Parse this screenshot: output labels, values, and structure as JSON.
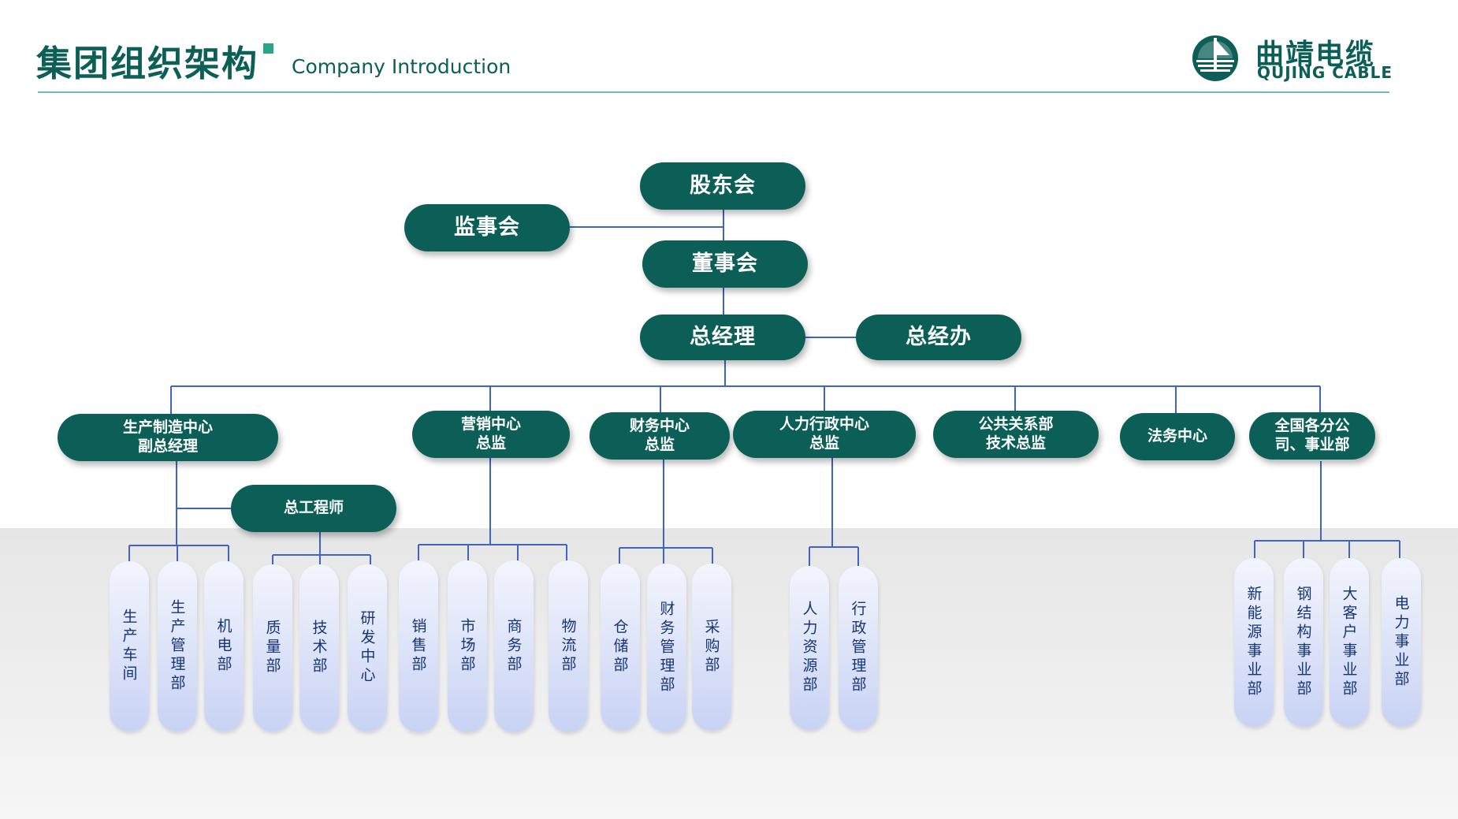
{
  "header": {
    "title": "集团组织架构",
    "subtitle": "Company Introduction",
    "logo_cn": "曲靖电缆",
    "logo_en": "QUJING CABLE"
  },
  "colors": {
    "primary": "#0b5f57",
    "line": "#3e64c8",
    "dept_text": "#153575"
  },
  "org": {
    "shareholders": "股东会",
    "supervisors": "监事会",
    "board": "董事会",
    "gm": "总经理",
    "gm_office": "总经办",
    "centers": [
      {
        "key": "production",
        "label": "生产制造中心\n副总经理"
      },
      {
        "key": "marketing",
        "label": "营销中心\n总监"
      },
      {
        "key": "finance",
        "label": "财务中心\n总监"
      },
      {
        "key": "hr",
        "label": "人力行政中心\n总监"
      },
      {
        "key": "pr",
        "label": "公共关系部\n技术总监"
      },
      {
        "key": "legal",
        "label": "法务中心"
      },
      {
        "key": "branches",
        "label": "全国各分公\n司、事业部"
      }
    ],
    "chief_engineer": "总工程师",
    "departments": {
      "production": [
        "生产车间",
        "生产管理部",
        "机电部"
      ],
      "engineering": [
        "质量部",
        "技术部",
        "研发中心"
      ],
      "marketing": [
        "销售部",
        "市场部",
        "商务部",
        "物流部"
      ],
      "finance": [
        "仓储部",
        "财务管理部",
        "采购部"
      ],
      "hr": [
        "人力资源部",
        "行政管理部"
      ],
      "branches": [
        "新能源事业部",
        "钢结构事业部",
        "大客户事业部",
        "电力事业部"
      ]
    }
  }
}
